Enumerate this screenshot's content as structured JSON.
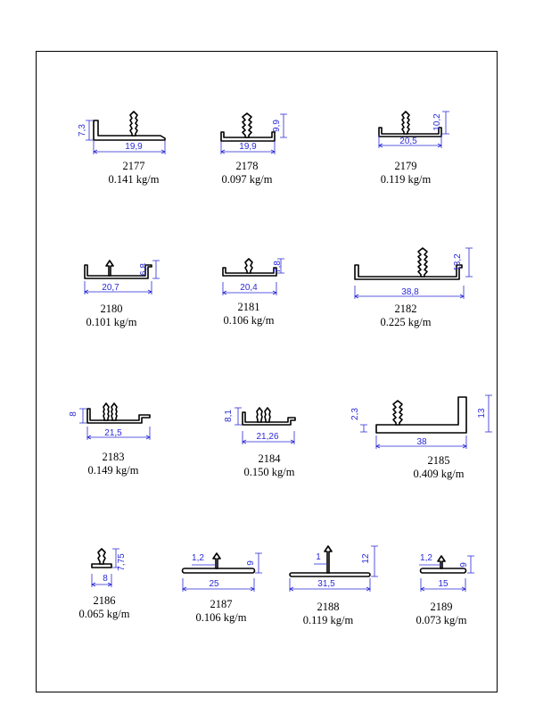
{
  "colors": {
    "dimension": "#2a2ad8",
    "outline": "#000000"
  },
  "profiles": [
    {
      "code": "2177",
      "weight": "0.141 kg/m",
      "dims": [
        "19,9",
        "7,3"
      ]
    },
    {
      "code": "2178",
      "weight": "0.097 kg/m",
      "dims": [
        "19,9",
        "9,9"
      ]
    },
    {
      "code": "2179",
      "weight": "0.119 kg/m",
      "dims": [
        "20,5",
        "10,2"
      ]
    },
    {
      "code": "2180",
      "weight": "0.101 kg/m",
      "dims": [
        "20,7",
        "6,8"
      ]
    },
    {
      "code": "2181",
      "weight": "0.106 kg/m",
      "dims": [
        "20,4",
        "7,8"
      ]
    },
    {
      "code": "2182",
      "weight": "0.225 kg/m",
      "dims": [
        "38,8",
        "13,2"
      ]
    },
    {
      "code": "2183",
      "weight": "0.149 kg/m",
      "dims": [
        "21,5",
        "8"
      ]
    },
    {
      "code": "2184",
      "weight": "0.150 kg/m",
      "dims": [
        "21,26",
        "8,1"
      ]
    },
    {
      "code": "2185",
      "weight": "0.409 kg/m",
      "dims": [
        "38",
        "13",
        "2,3"
      ]
    },
    {
      "code": "2186",
      "weight": "0.065 kg/m",
      "dims": [
        "8",
        "7,75"
      ]
    },
    {
      "code": "2187",
      "weight": "0.106 kg/m",
      "dims": [
        "25",
        "9",
        "1,2"
      ]
    },
    {
      "code": "2188",
      "weight": "0.119 kg/m",
      "dims": [
        "31,5",
        "12",
        "1"
      ]
    },
    {
      "code": "2189",
      "weight": "0.073 kg/m",
      "dims": [
        "15",
        "9",
        "1,2"
      ]
    }
  ]
}
